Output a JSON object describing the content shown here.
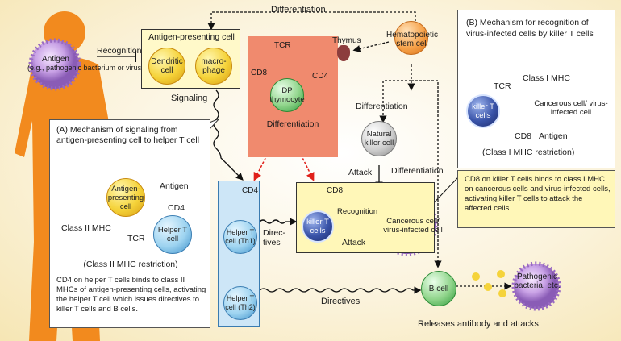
{
  "labels": {
    "differentiation_top": "Differentiation",
    "recognition_left": "Recognition",
    "apc_title": "Antigen-presenting cell",
    "dendritic": "Dendritic cell",
    "macrophage": "macro-phage",
    "antigen": "Antigen",
    "antigen_sub": "(e.g., pathogenic bacterium or virus)",
    "signaling": "Signaling",
    "tcr_top": "TCR",
    "cd8_top": "CD8",
    "cd4_top": "CD4",
    "dp_thymocyte": "DP thymocyte",
    "thymus": "Thymus",
    "differentiation_mid": "Differentiation",
    "hsc": "Hematopoietic stem cell",
    "differentiation_hsc": "Differentiation",
    "nk_cell": "Natural killer cell",
    "attack_nk": "Attack",
    "differentiation_right": "Differentiation",
    "cd4_th": "CD4",
    "th1": "Helper T cell (Th1)",
    "th2": "Helper T cell (Th2)",
    "directives_1": "Direc-tives",
    "directives_2": "Directives",
    "cd8_mid": "CD8",
    "killer_mid": "killer T cells",
    "recognition_mid": "Recognition",
    "attack_mid": "Attack",
    "cancer_mid": "Cancerous cell/ virus-infected cell",
    "b_cell": "B cell",
    "pathogenic": "Pathogenic bacteria, etc.",
    "releases": "Releases antibody and attacks"
  },
  "panel_a": {
    "title": "(A)  Mechanism of signaling from antigen-presenting cell to helper T cell",
    "apc": "Antigen-presenting cell",
    "antigen": "Antigen",
    "cd4": "CD4",
    "class2": "Class II MHC",
    "tcr": "TCR",
    "helper": "Helper T cell",
    "restriction": "(Class II MHC restriction)",
    "desc": "CD4 on helper T cells binds to class II MHCs of antigen-presenting cells, activating the helper T cell which issues directives to killer T cells and B cells."
  },
  "panel_b": {
    "title": "(B)  Mechanism for recognition of virus-infected cells by killer T cells",
    "tcr": "TCR",
    "class1": "Class I MHC",
    "killer": "killer T cells",
    "cancer": "Cancerous cell/ virus-infected cell",
    "cd8": "CD8",
    "antigen": "Antigen",
    "restriction": "(Class I MHC restriction)",
    "desc": "CD8 on killer T cells binds to class I MHC on cancerous cells and virus-infected cells, activating killer T cells to attack the affected cells."
  },
  "colors": {
    "body": "#f28a1e",
    "thymus_panel": "#f08a6e",
    "th_panel": "#cde6f7",
    "yellow_box": "#fff7b8",
    "dashed_red": "#e0201a"
  }
}
